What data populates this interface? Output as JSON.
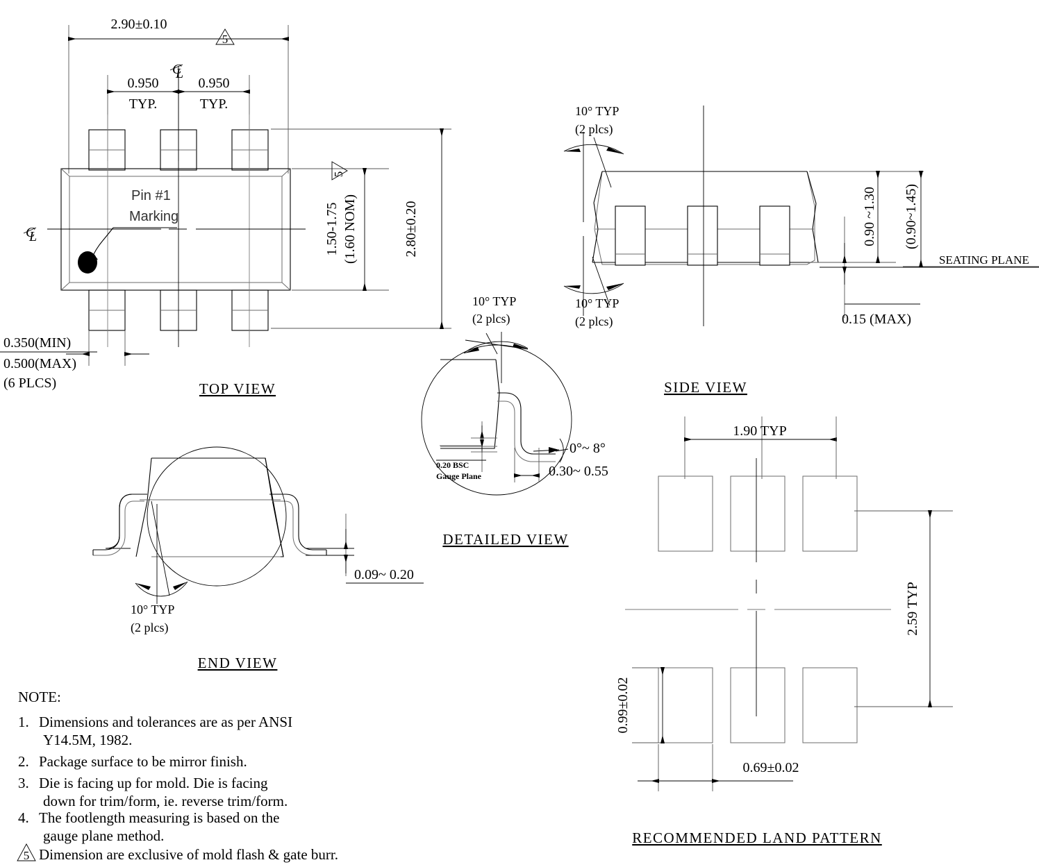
{
  "drawing": {
    "type": "package-outline-mechanical-drawing",
    "views": {
      "top": {
        "label": "TOP VIEW"
      },
      "side": {
        "label": "SIDE VIEW"
      },
      "end": {
        "label": "END VIEW"
      },
      "detailed": {
        "label": "DETAILED VIEW"
      },
      "land": {
        "label": "RECOMMENDED LAND PATTERN"
      }
    }
  },
  "top_view": {
    "overall_width": "2.90±0.10",
    "flag_5": "5",
    "centerline_symbol": "C̸L",
    "pitch_left": "0.950",
    "pitch_left_typ": "TYP.",
    "pitch_right": "0.950",
    "pitch_right_typ": "TYP.",
    "body_width_range": "1.50-1.75",
    "body_width_nom": "(1.60 NOM)",
    "overall_length": "2.80±0.20",
    "lead_width_min": "0.350(MIN)",
    "lead_width_max": "0.500(MAX)",
    "lead_width_plcs": "(6 PLCS)",
    "pin1_marking_line1": "Pin #1",
    "pin1_marking_line2": "Marking",
    "label": "TOP VIEW"
  },
  "side_view": {
    "draft_top_line1": "10° TYP",
    "draft_top_line2": "(2 plcs)",
    "draft_bottom_line1": "10° TYP",
    "draft_bottom_line2": "(2 plcs)",
    "standoff_body": "0.90 ~1.30",
    "standoff_overall": "(0.90~1.45)",
    "seating_plane": "SEATING PLANE",
    "coplanarity": "0.15 (MAX)",
    "label": "SIDE VIEW"
  },
  "end_view": {
    "draft_line1": "10° TYP",
    "draft_line2": "(2 plcs)",
    "lead_thickness": "0.09~ 0.20",
    "label": "END VIEW"
  },
  "detailed_view": {
    "draft_line1": "10° TYP",
    "draft_line2": "(2 plcs)",
    "gauge_dim": "0.20 BSC",
    "gauge_label": "Gauge Plane",
    "foot_angle": "0°~ 8°",
    "foot_length": "0.30~ 0.55",
    "label": "DETAILED VIEW"
  },
  "land_pattern": {
    "pitch": "1.90 TYP",
    "span": "2.59 TYP",
    "pad_height": "0.99±0.02",
    "pad_width": "0.69±0.02",
    "label": "RECOMMENDED LAND PATTERN"
  },
  "notes": {
    "heading": "NOTE:",
    "items": [
      {
        "num": "1.",
        "lines": [
          "Dimensions and tolerances are as per ANSI",
          "Y14.5M, 1982."
        ]
      },
      {
        "num": "2.",
        "lines": [
          "Package surface to be mirror finish."
        ]
      },
      {
        "num": "3.",
        "lines": [
          "Die is facing up for mold. Die is facing",
          "down for trim/form, ie. reverse trim/form."
        ]
      },
      {
        "num": "4.",
        "lines": [
          "The footlength measuring is based on the",
          "gauge plane method."
        ]
      },
      {
        "num": "5",
        "flag": true,
        "lines": [
          "Dimension are exclusive of mold flash & gate burr."
        ]
      }
    ]
  },
  "colors": {
    "line": "#000000",
    "thin_line": "#6b6b6b",
    "background": "#ffffff"
  }
}
